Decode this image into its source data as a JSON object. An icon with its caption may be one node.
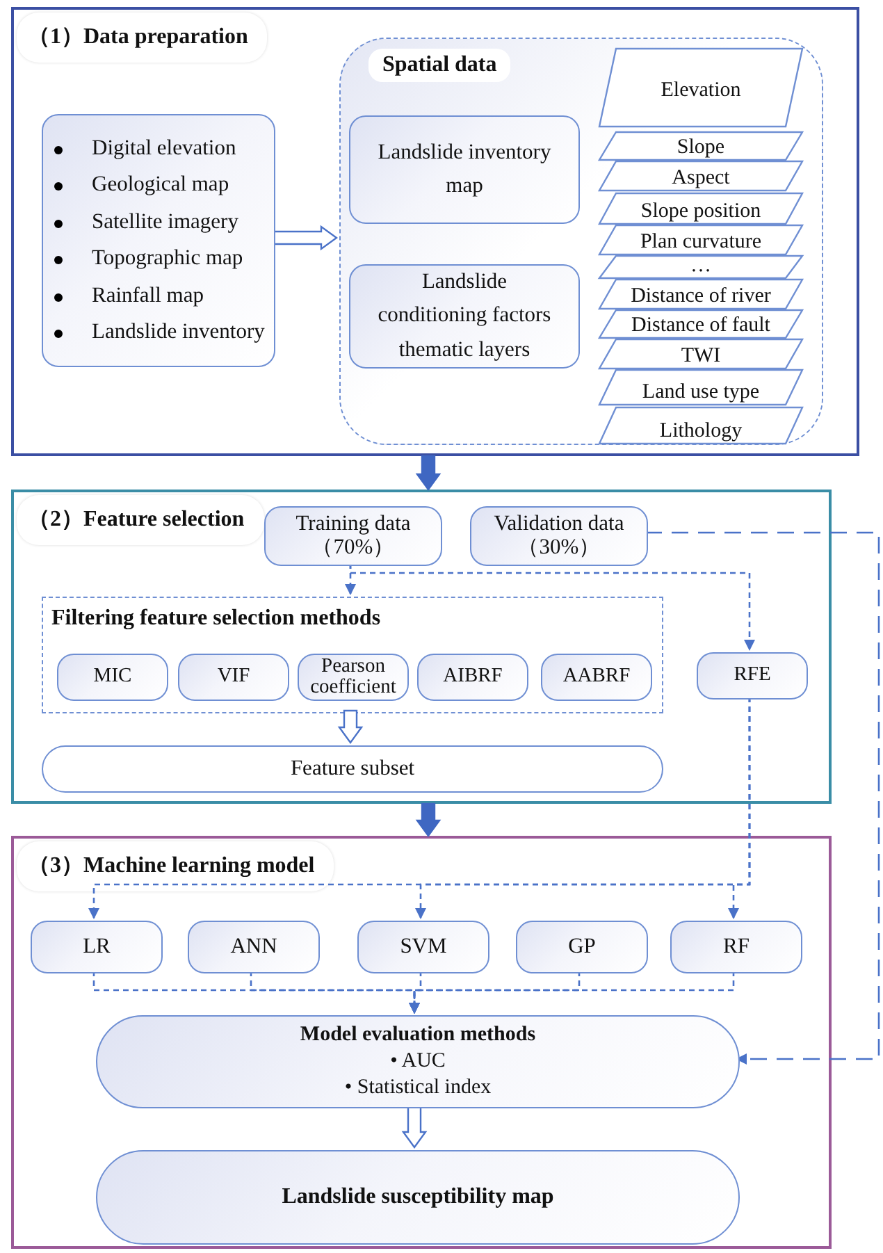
{
  "diagram": {
    "nodes": [
      {
        "text": [
          "（1）Data preparation"
        ]
      },
      {
        "text": [
          "Digital elevation",
          "Geological map",
          "Satellite imagery",
          "Topographic map",
          "Rainfall map",
          "Landslide inventory"
        ],
        "in": 0
      },
      {
        "text": [
          "Spatial data"
        ],
        "in": 0
      },
      {
        "text": [
          "Landslide inventory map"
        ],
        "in": 2
      },
      {
        "text": [
          "Landslide conditioning factors thematic layers"
        ],
        "in": 2
      },
      {
        "text": [
          "Elevation"
        ],
        "in": 2
      },
      {
        "text": [
          "Slope"
        ],
        "in": 2
      },
      {
        "text": [
          "Aspect"
        ],
        "in": 2
      },
      {
        "text": [
          "Slope position"
        ],
        "in": 2
      },
      {
        "text": [
          "Plan curvature"
        ],
        "in": 2
      },
      {
        "text": [
          "…"
        ],
        "in": 2
      },
      {
        "text": [
          "Distance of river"
        ],
        "in": 2
      },
      {
        "text": [
          "Distance of fault"
        ],
        "in": 2
      },
      {
        "text": [
          "TWI"
        ],
        "in": 2
      },
      {
        "text": [
          "Land use type"
        ],
        "in": 2
      },
      {
        "text": [
          "Lithology"
        ],
        "in": 2
      },
      {
        "text": [
          "（2）Feature selection"
        ]
      },
      {
        "text": [
          "Training data （70%）"
        ],
        "in": 16
      },
      {
        "text": [
          "Validation data （30%）"
        ],
        "in": 16
      },
      {
        "text": [
          "Filtering feature selection methods"
        ],
        "in": 16
      },
      {
        "text": [
          "MIC"
        ],
        "in": 19
      },
      {
        "text": [
          "VIF"
        ],
        "in": 19
      },
      {
        "text": [
          "Pearson coefficient"
        ],
        "in": 19
      },
      {
        "text": [
          "AIBRF"
        ],
        "in": 19
      },
      {
        "text": [
          "AABRF"
        ],
        "in": 19
      },
      {
        "text": [
          "RFE"
        ],
        "in": 16
      },
      {
        "text": [
          "Feature subset"
        ],
        "in": 16
      },
      {
        "text": [
          "（3）Machine learning model"
        ]
      },
      {
        "text": [
          "LR"
        ],
        "in": 27
      },
      {
        "text": [
          "ANN"
        ],
        "in": 27
      },
      {
        "text": [
          "SVM"
        ],
        "in": 27
      },
      {
        "text": [
          "GP"
        ],
        "in": 27
      },
      {
        "text": [
          "RF"
        ],
        "in": 27
      },
      {
        "text": [
          "Model evaluation methods",
          "• AUC",
          "• Statistical index"
        ],
        "in": 27
      },
      {
        "text": [
          "Landslide susceptibility map"
        ],
        "in": 27
      }
    ],
    "edges": [
      {
        "from": 1,
        "to": 2,
        "arrow": "to",
        "style": "thick"
      },
      {
        "from": 0,
        "to": 16,
        "arrow": "to",
        "style": "thick",
        "color": "#3f67c2"
      },
      {
        "from": 17,
        "to": 19,
        "arrow": "to",
        "style": "dashed"
      },
      {
        "from": 17,
        "to": 25,
        "arrow": "to",
        "style": "dashed"
      },
      {
        "from": 18,
        "to": 33,
        "arrow": "to",
        "style": "dashed"
      },
      {
        "from": 19,
        "to": 26,
        "arrow": "to",
        "style": "thick"
      },
      {
        "from": 16,
        "to": 27,
        "arrow": "to",
        "style": "thick",
        "color": "#3f67c2"
      },
      {
        "from": 25,
        "to": 28,
        "arrow": "to",
        "style": "dashed"
      },
      {
        "from": 25,
        "to": 30,
        "arrow": "to",
        "style": "dashed"
      },
      {
        "from": 25,
        "to": 32,
        "arrow": "to",
        "style": "dashed"
      },
      {
        "from": 28,
        "to": 33,
        "arrow": "to",
        "style": "dashed"
      },
      {
        "from": 29,
        "to": 33,
        "arrow": "to",
        "style": "dashed"
      },
      {
        "from": 30,
        "to": 33,
        "arrow": "to",
        "style": "dashed"
      },
      {
        "from": 31,
        "to": 33,
        "arrow": "to",
        "style": "dashed"
      },
      {
        "from": 32,
        "to": 33,
        "arrow": "to",
        "style": "dashed"
      },
      {
        "from": 33,
        "to": 34,
        "arrow": "to",
        "style": "thick"
      }
    ]
  }
}
